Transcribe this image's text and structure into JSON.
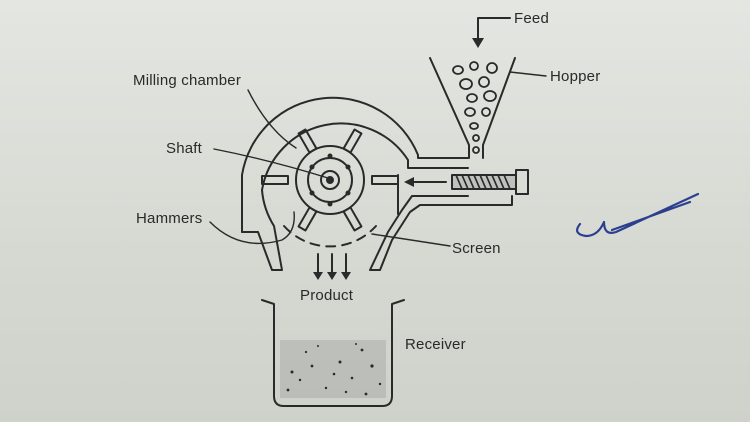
{
  "labels": {
    "feed": "Feed",
    "hopper": "Hopper",
    "milling_chamber": "Milling chamber",
    "shaft": "Shaft",
    "hammers": "Hammers",
    "screen": "Screen",
    "product": "Product",
    "receiver": "Receiver"
  },
  "colors": {
    "ink": "#2a2a2a",
    "paper": "#dfe1dc",
    "annotation": "#2c3f8f"
  }
}
